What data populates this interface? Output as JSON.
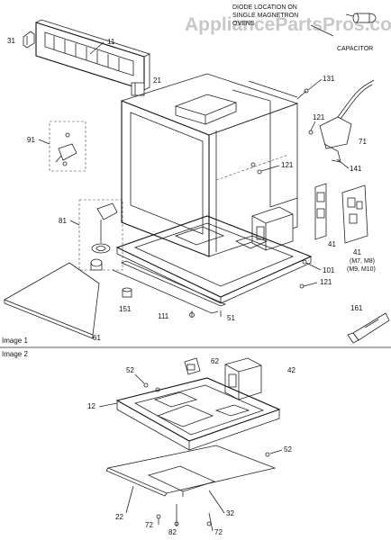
{
  "watermark": "AppliancePartsPros.com",
  "note": [
    "DIODE LOCATION ON",
    "SINGLE MAGNETRON",
    "OVENS"
  ],
  "capacitor_label": "CAPACITOR",
  "image1_label": "Image 1",
  "image2_label": "Image 2",
  "parts": {
    "p31": "31",
    "p11": "11",
    "p21": "21",
    "p131": "131",
    "p121a": "121",
    "p121b": "121",
    "p121c": "121",
    "p71": "71",
    "p141": "141",
    "p91": "91",
    "p81": "81",
    "p41": "41",
    "p41b": "41",
    "p41_note1": "(M7, M8)",
    "p41_note2": "(M9, M10)",
    "p101": "101",
    "p151": "151",
    "p111": "111",
    "p51": "51",
    "p61": "61",
    "p161": "161",
    "p52a": "52",
    "p62": "62",
    "p42": "42",
    "p12": "12",
    "p52b": "52",
    "p32": "32",
    "p22": "22",
    "p72": "72",
    "p82": "82",
    "p72b": "72"
  }
}
